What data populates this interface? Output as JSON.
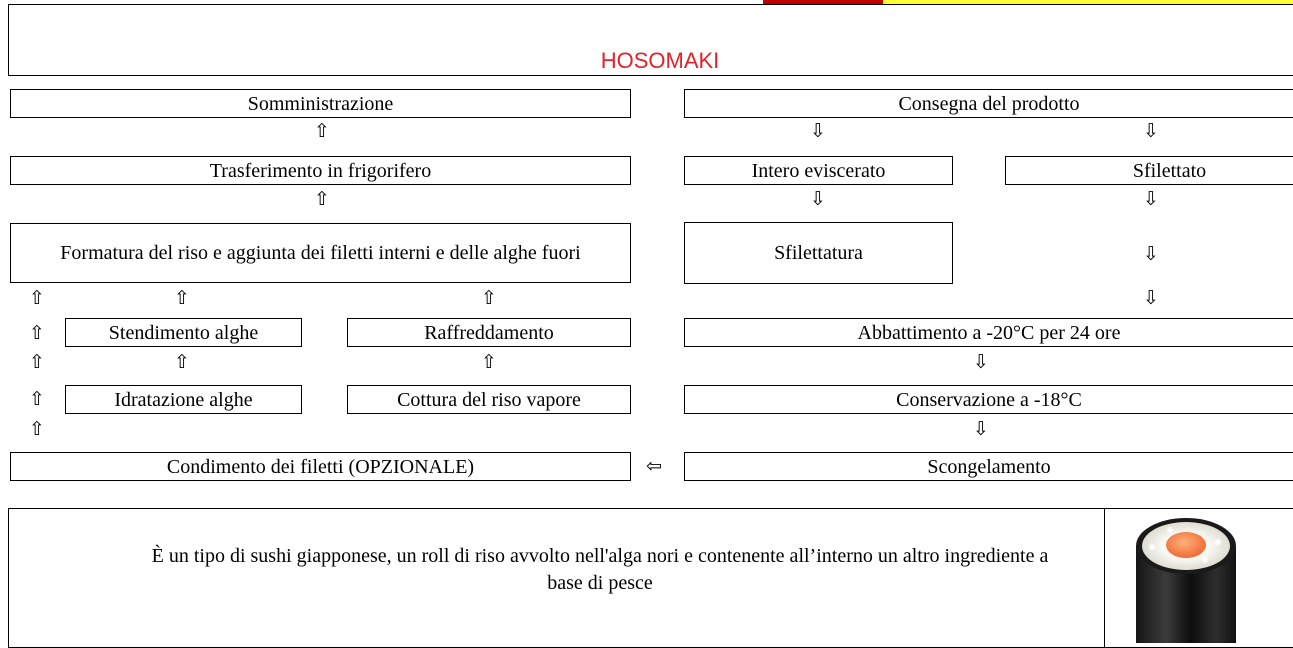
{
  "colors": {
    "title": "#e0232a",
    "strip_red": "#c00000",
    "strip_yellow": "#ffff33"
  },
  "title": "HOSOMAKI",
  "left": {
    "somministrazione": "Somministrazione",
    "trasferimento": "Trasferimento in frigorifero",
    "formatura": "Formatura del riso e aggiunta dei filetti interni e delle alghe fuori",
    "stendimento": "Stendimento alghe",
    "raffreddamento": "Raffreddamento",
    "idratazione": "Idratazione alghe",
    "cottura": "Cottura del riso vapore",
    "condimento": "Condimento dei filetti (OPZIONALE)"
  },
  "right": {
    "consegna": "Consegna del prodotto",
    "intero": "Intero eviscerato",
    "sfilettato": "Sfilettato",
    "sfilettatura": "Sfilettatura",
    "abbattimento": "Abbattimento a -20°C per 24 ore",
    "conservazione": "Conservazione a -18°C",
    "scongelamento": "Scongelamento"
  },
  "arrows": {
    "up": "⇧",
    "down": "⇩",
    "left": "⇦"
  },
  "description": "È un tipo di sushi giapponese, un roll di riso avvolto nell'alga nori e contenente all’interno un altro ingrediente a base di pesce",
  "image": {
    "icon": "hosomaki-sushi-roll"
  }
}
